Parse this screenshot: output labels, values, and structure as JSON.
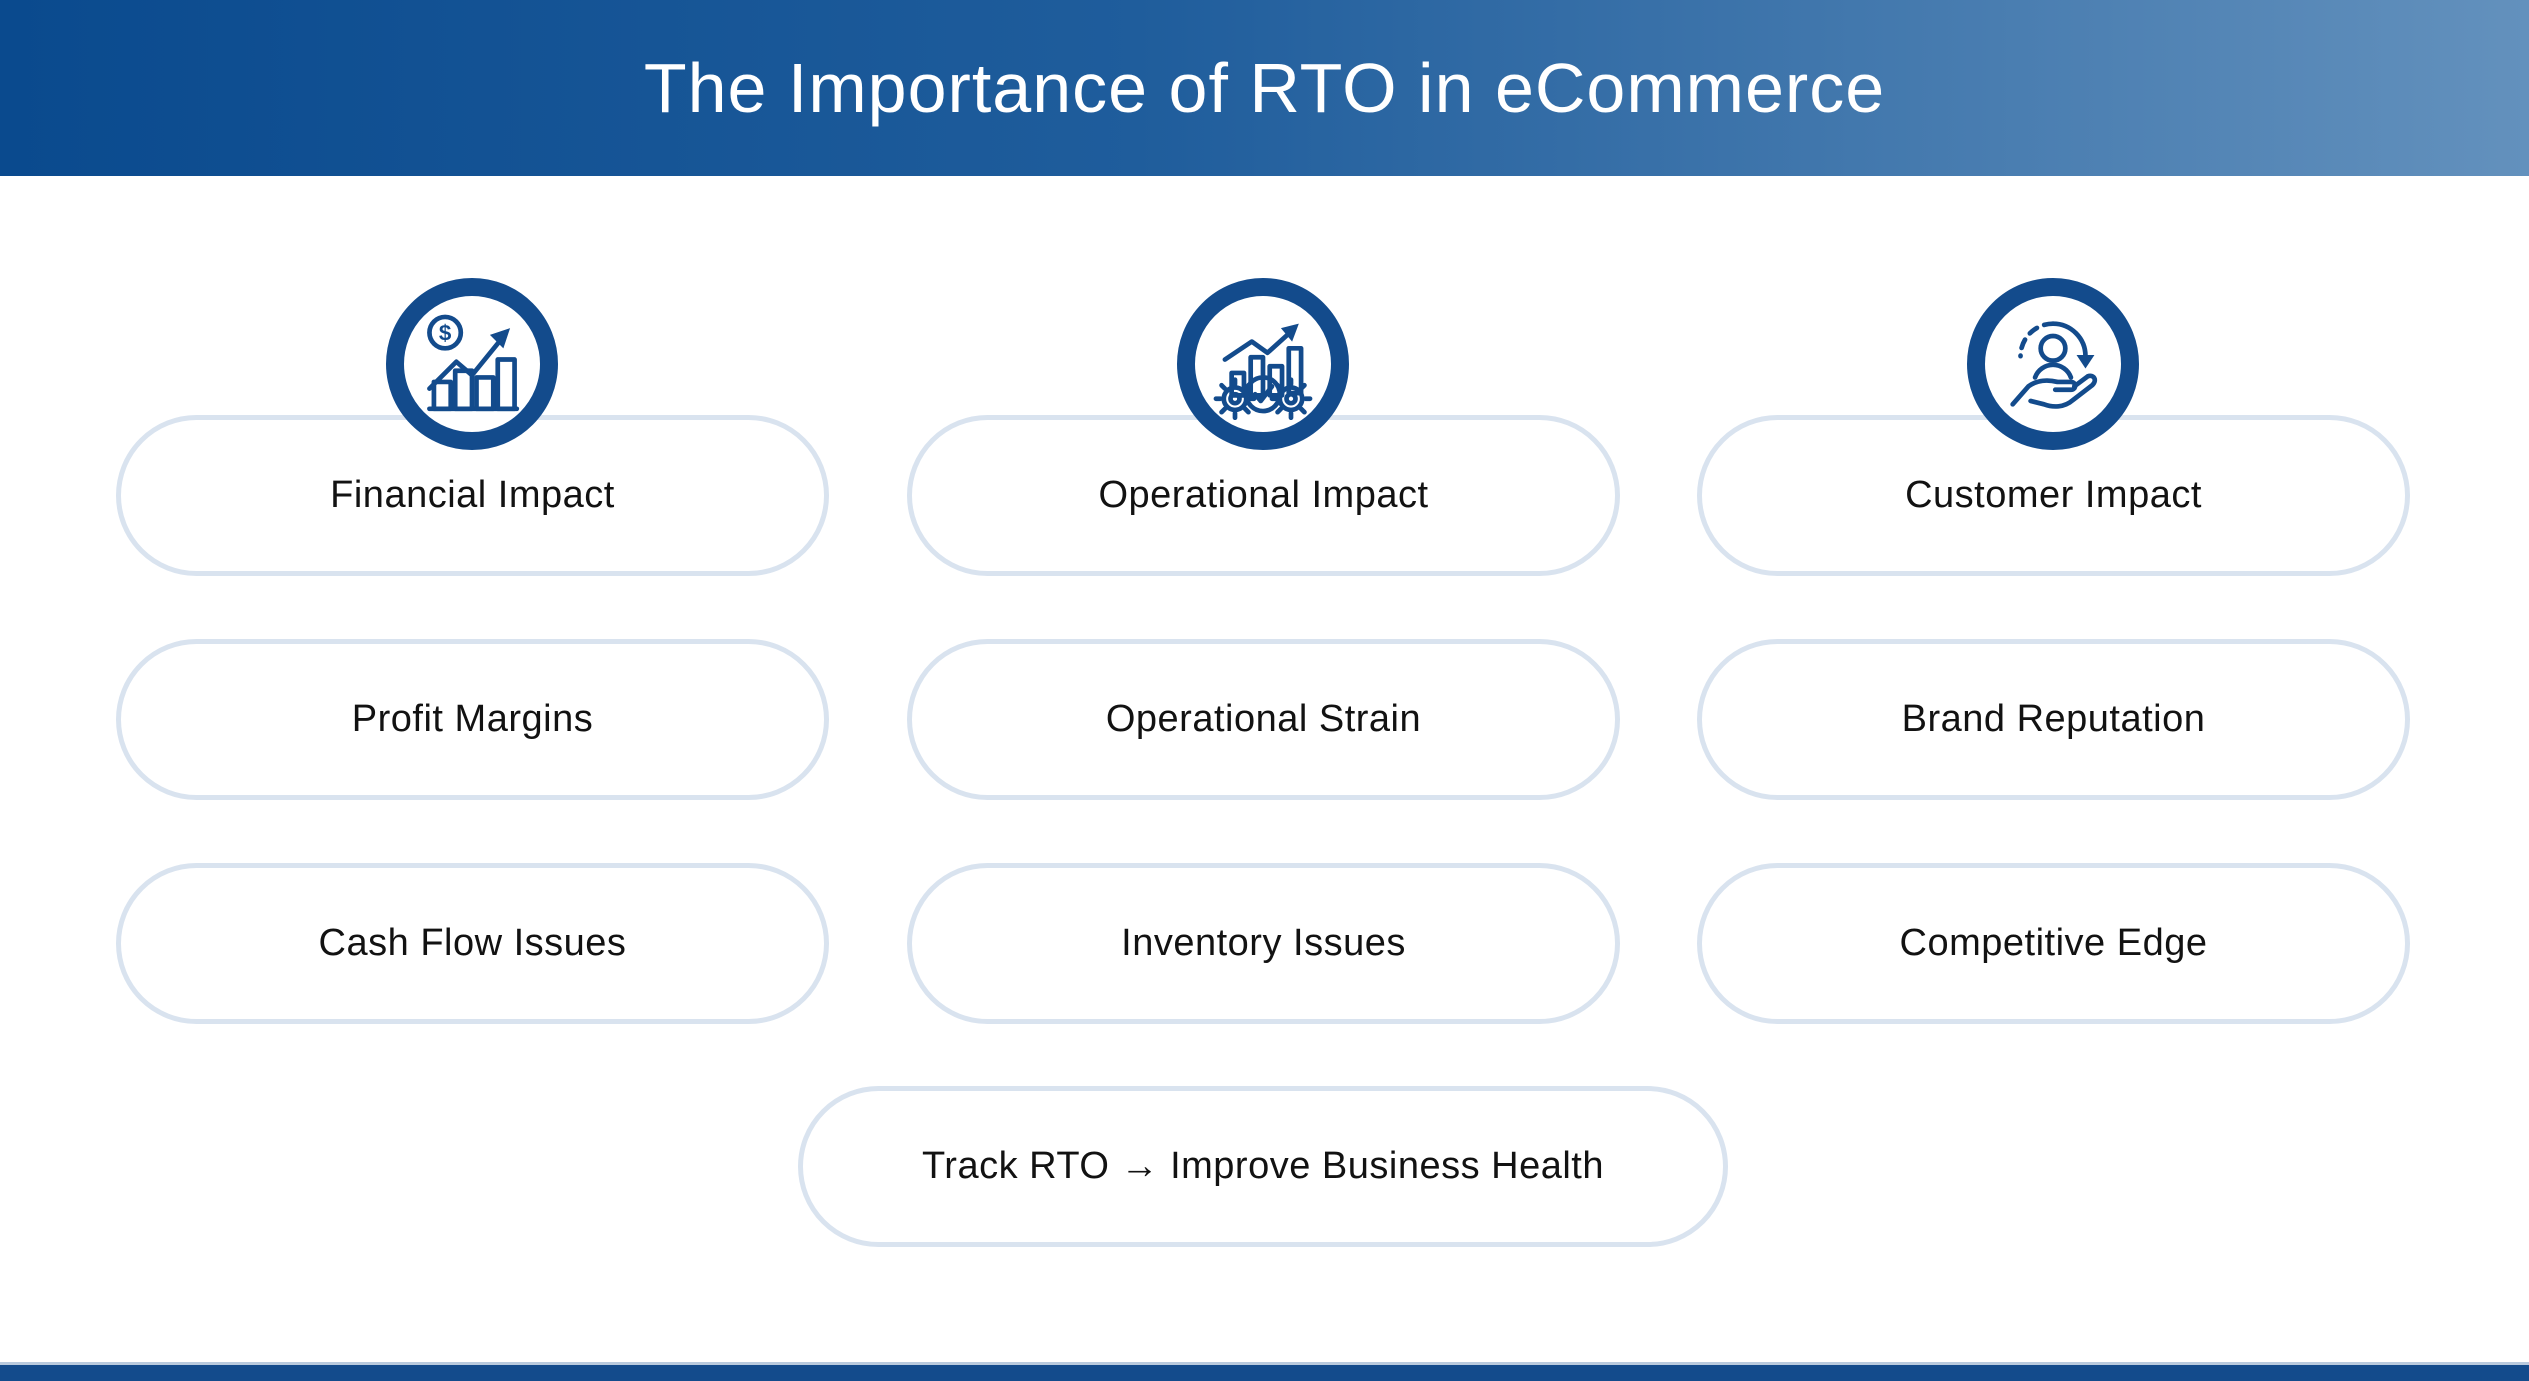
{
  "header": {
    "title": "The Importance of RTO in eCommerce"
  },
  "columns": [
    {
      "icon": "financial-growth-icon",
      "items": [
        "Financial Impact",
        "Profit Margins",
        "Cash Flow Issues"
      ]
    },
    {
      "icon": "operational-gears-chart-icon",
      "items": [
        "Operational Impact",
        "Operational Strain",
        "Inventory Issues"
      ]
    },
    {
      "icon": "customer-care-icon",
      "items": [
        "Customer Impact",
        "Brand Reputation",
        "Competitive Edge"
      ]
    }
  ],
  "footer_pill": {
    "label": "Track RTO → Improve Business Health"
  },
  "colors": {
    "header_gradient_left": "#0a4a8e",
    "header_gradient_right": "#6391bd",
    "icon_ring": "#134b8c",
    "pill_border": "#d9e3ef",
    "pill_text": "#121212",
    "bottom_bar": "#134b8c"
  }
}
